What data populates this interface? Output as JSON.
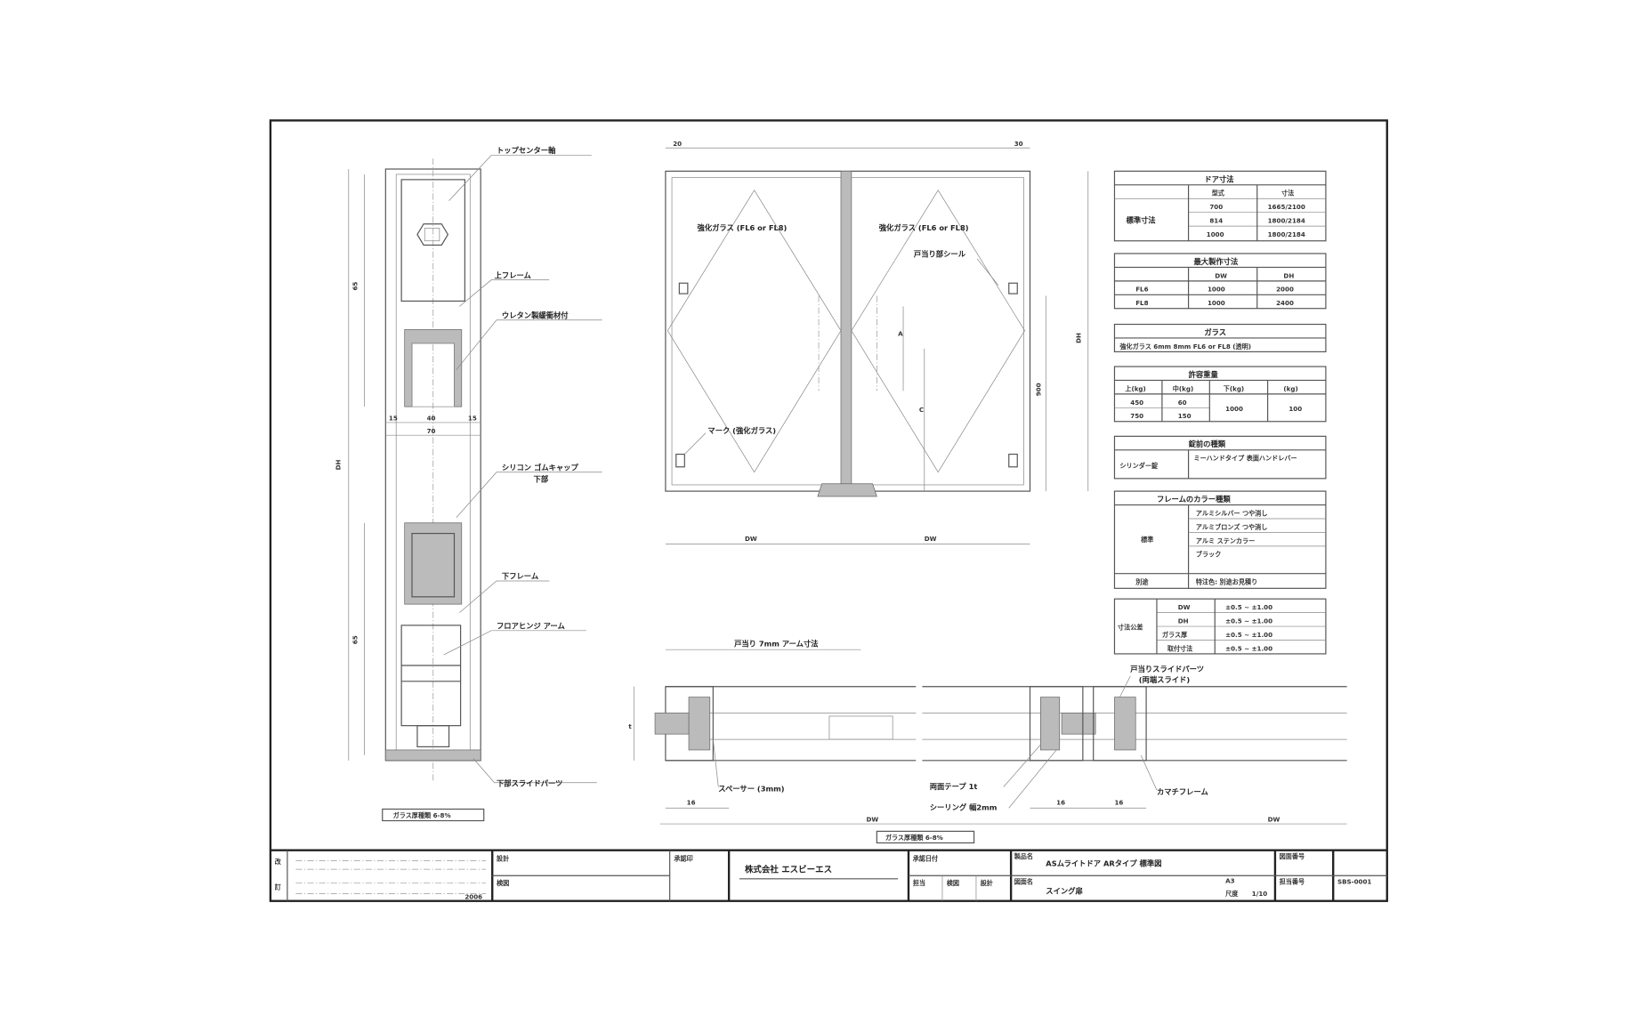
{
  "section_view": {
    "labels": [
      "トップセンター軸",
      "上フレーム",
      "ウレタン製緩衝材付",
      "シリコン ゴムキャップ",
      "下部",
      "下フレーム",
      "フロアヒンジ アーム",
      "下部スライドパーツ"
    ],
    "dims": {
      "height": "DH",
      "top": "65",
      "bottom": "65",
      "w1": "15",
      "w2": "40",
      "w3": "15",
      "w4": "70"
    },
    "caption": "ガラス厚種類 6-8%"
  },
  "elevation_view": {
    "glass_left": "強化ガラス (FL6 or FL8)",
    "glass_right": "強化ガラス (FL6 or FL8)",
    "seal": "戸当り部シール",
    "mark": "マーク (強化ガラス)",
    "dims": {
      "dh": "DH",
      "w_left": "DW",
      "w_right": "DW",
      "d900": "900",
      "d20": "20",
      "d30": "30",
      "a": "A",
      "c": "C"
    }
  },
  "tables": {
    "door_size": {
      "title": "ドア寸法",
      "row_label": "標準寸法",
      "head": [
        "型式",
        "寸法"
      ],
      "rows": [
        [
          "700",
          "1665/2100"
        ],
        [
          "814",
          "1800/2184"
        ],
        [
          "1000",
          "1800/2184"
        ]
      ]
    },
    "max_size": {
      "title": "最大製作寸法",
      "head": [
        "DW",
        "DH"
      ],
      "rows": [
        [
          "FL6",
          "1000",
          "2000"
        ],
        [
          "FL8",
          "1000",
          "2400"
        ]
      ]
    },
    "glass": {
      "title": "ガラス",
      "row": "強化ガラス 6mm 8mm FL6 or FL8 (透明)"
    },
    "weight": {
      "title": "許容重量",
      "head": [
        "上(kg)",
        "中(kg)",
        "下(kg)",
        "(kg)"
      ],
      "rows": [
        [
          "450",
          "60",
          "1000",
          "100"
        ],
        [
          "750",
          "150",
          "",
          ""
        ]
      ]
    },
    "cylinder": {
      "title": "錠前の種類",
      "label": "シリンダー錠",
      "value": "ミーハンドタイプ 表面ハンドレバー"
    },
    "frame": {
      "title": "フレームのカラー種類",
      "label": "標準",
      "items": [
        "アルミシルバー つや消し",
        "アルミブロンズ つや消し",
        "アルミ ステンカラー",
        "ブラック"
      ],
      "other_label": "別途",
      "other": "特注色: 別途お見積り"
    },
    "tolerance": {
      "title": "寸法公差",
      "rows": [
        [
          "DW",
          "±0.5 ~ ±1.00"
        ],
        [
          "DH",
          "±0.5 ~ ±1.00"
        ],
        [
          "ガラス厚",
          "±0.5 ~ ±1.00"
        ],
        [
          "取付寸法",
          "±0.5 ~ ±1.00"
        ]
      ]
    }
  },
  "plan_view": {
    "labels": [
      "戸当り 7mm アーム寸法",
      "スペーサー (3mm)",
      "両面テープ 1t",
      "シーリング 幅2mm",
      "戸当りスライドパーツ",
      "(両端スライド)",
      "カマチフレーム"
    ],
    "dims": {
      "d16a": "16",
      "d16b": "16",
      "d16c": "16",
      "dw1": "DW",
      "dw2": "DW",
      "t": "t"
    },
    "caption": "ガラス厚種類 6-8%"
  },
  "title_block": {
    "rev_marks": [
      "改",
      "訂"
    ],
    "drawn": "設計",
    "checked": "検図",
    "date_label": "承認印",
    "company": "株式会社 エスビーエス",
    "approval": "承認日付",
    "sub_heads": [
      "担当",
      "検図",
      "設計"
    ],
    "name_label": "製品名",
    "product": "ASムライトドア ARタイプ 標準図",
    "drawing_label": "図面名",
    "drawing": "スイング扉",
    "scale_label": "尺度",
    "scale": "1/10",
    "a_label": "A3",
    "no_label": "図面番号",
    "no_label2": "担当番号",
    "no_value": "SBS-0001",
    "bottom_note": "2006"
  }
}
